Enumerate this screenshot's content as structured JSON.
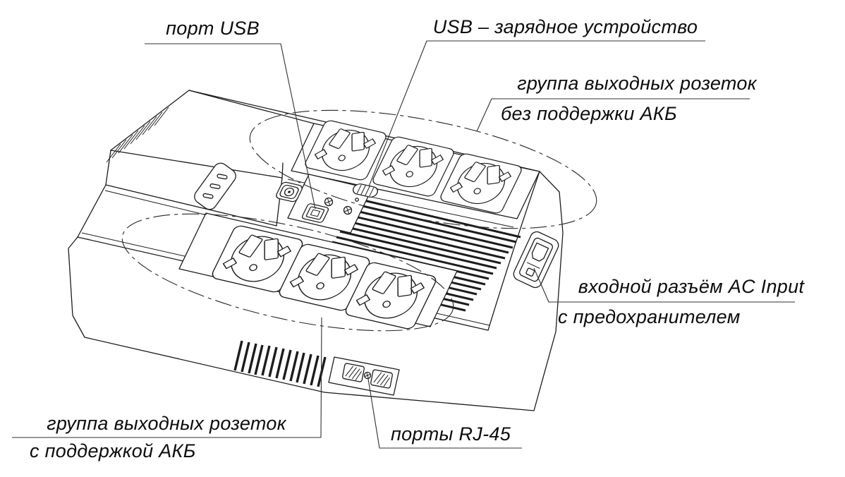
{
  "figure": {
    "kind": "technical line drawing",
    "subject": "UPS / surge-protected power strip, isometric view with callouts"
  },
  "labels": {
    "usb_port": "порт USB",
    "usb_charger": "USB – зарядное устройство",
    "outlets_no_battery": {
      "line1": "группа выходных розеток",
      "line2": "без поддержки АКБ"
    },
    "ac_input": {
      "line1": "входной разъём AC Input",
      "line2": "с предохранителем"
    },
    "outlets_battery": {
      "line1": "группа выходных розеток",
      "line2": "с поддержкой АКБ"
    },
    "rj45": "порты RJ-45"
  },
  "depicted_parts": {
    "outlets_without_battery_backup": 3,
    "outlets_with_battery_backup": 3,
    "rj45_ports": 2,
    "usb_data_port": 1,
    "usb_charger_port": 1,
    "power_button": 1,
    "ac_inlet_with_fuse": 1
  },
  "colors": {
    "background": "#ffffff",
    "line": "#1c1c1c",
    "leader": "#303030",
    "text": "#0d0d0d"
  }
}
